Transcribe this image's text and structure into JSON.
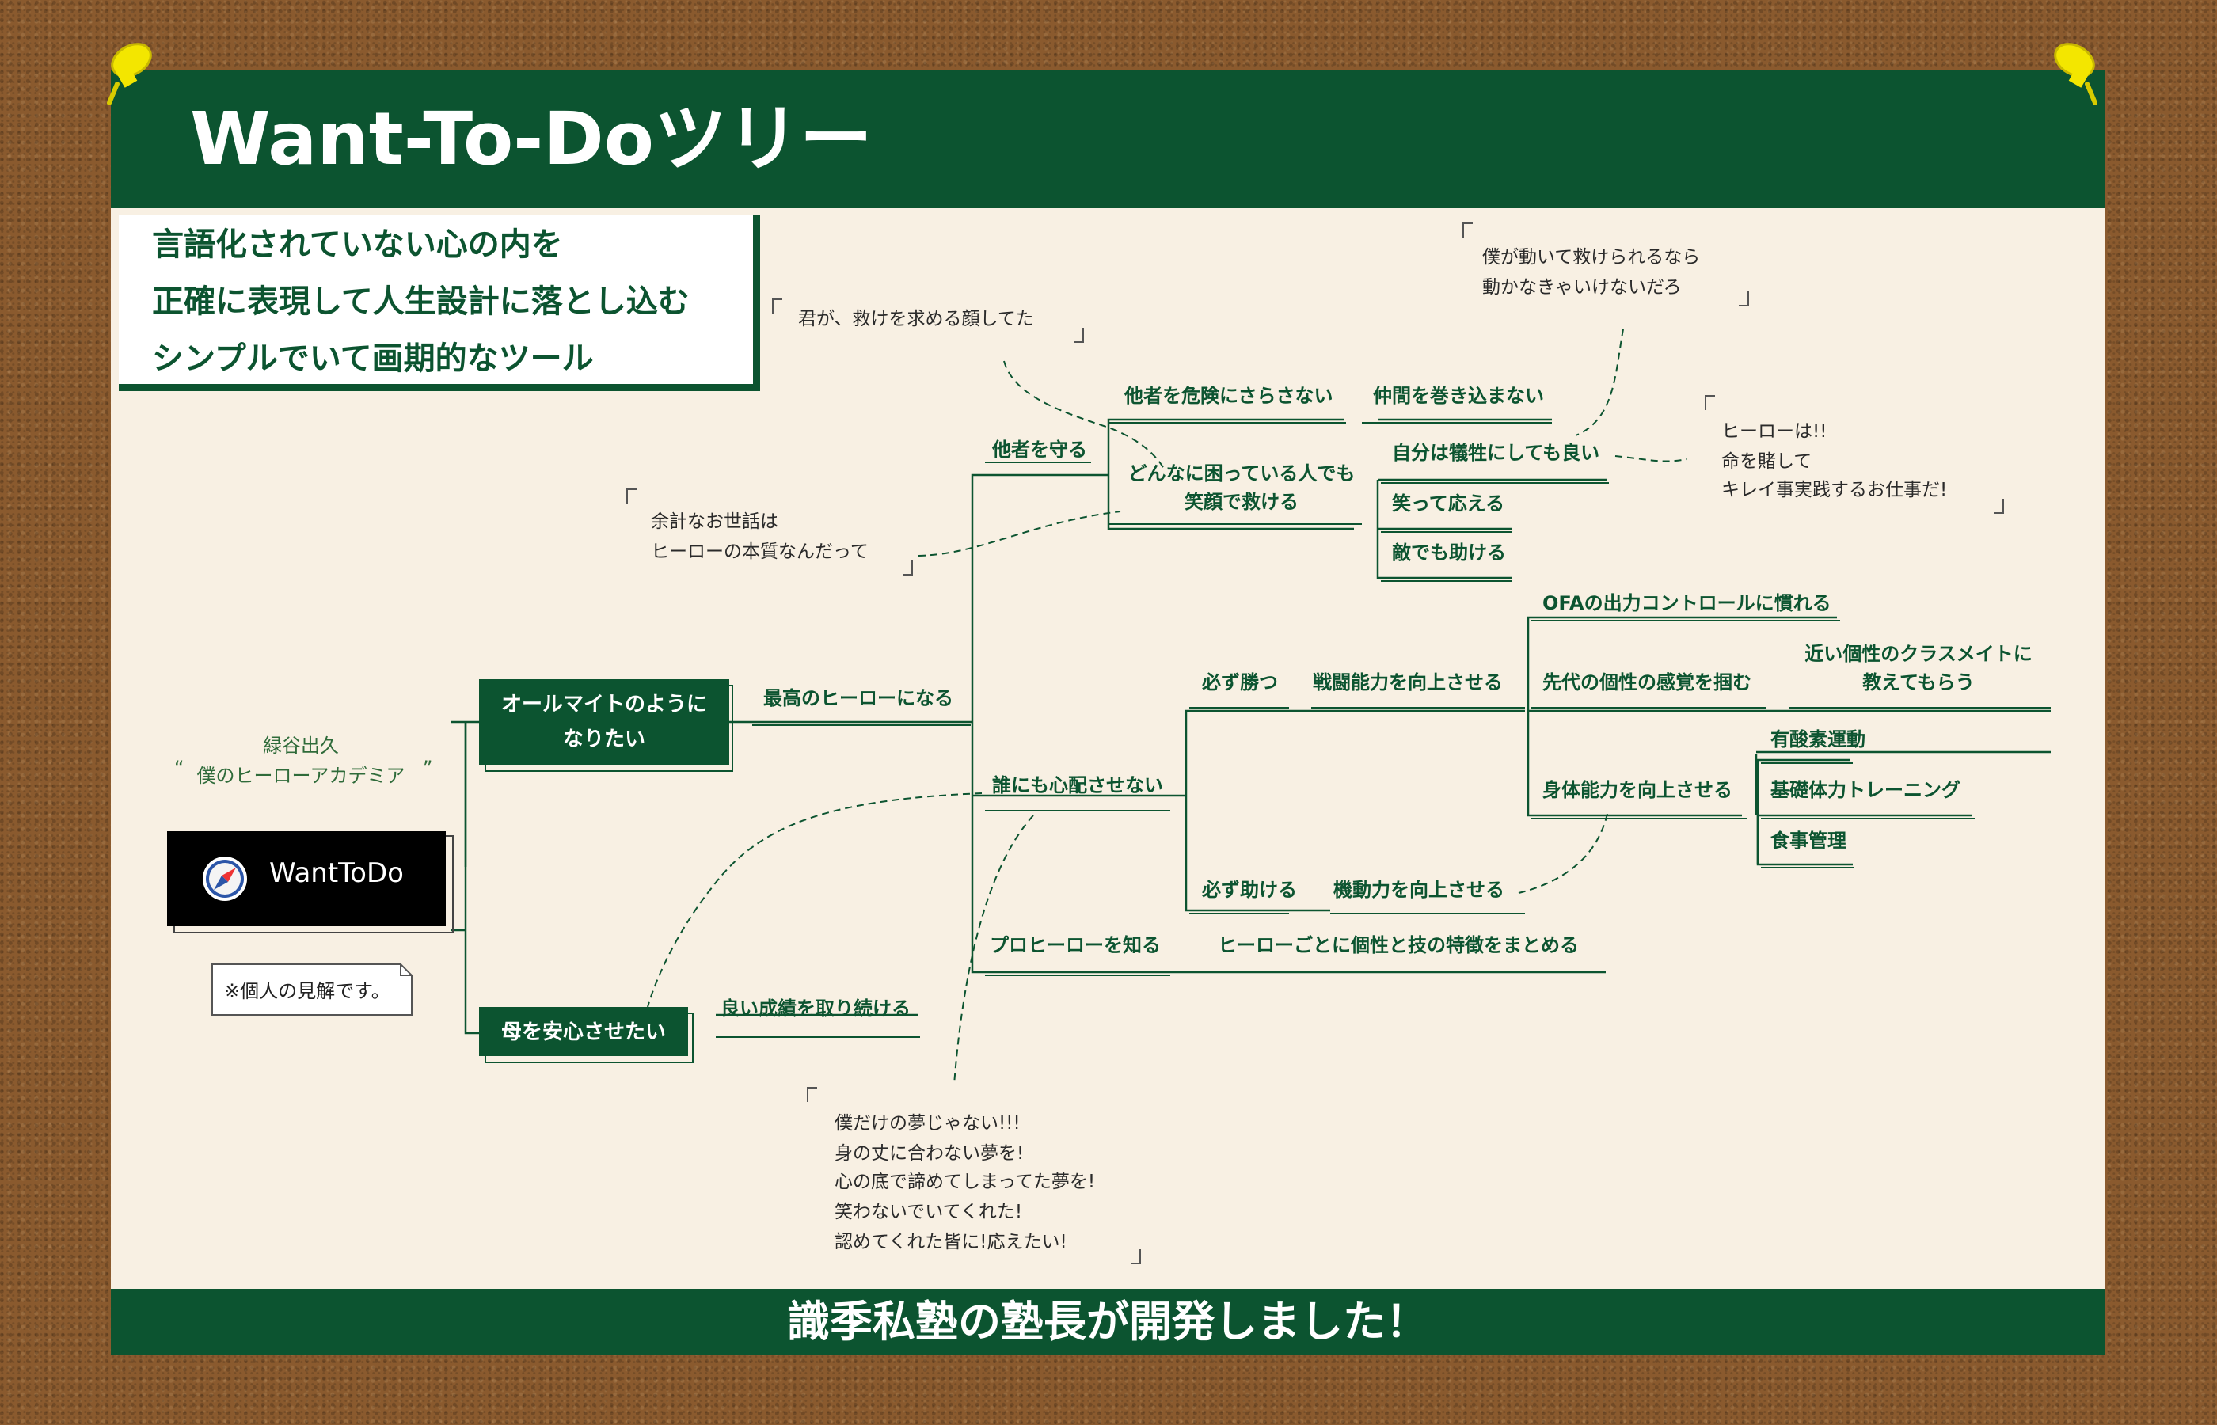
{
  "title": "Want-To-Doツリー",
  "tagline": [
    "言語化されていない心の内を",
    "正確に表現して人生設計に落とし込む",
    "シンプルでいて画期的なツール"
  ],
  "footer": "識季私塾の塾長が開発しました！",
  "colors": {
    "primary": "#0c5430",
    "board": "#f8f0e3",
    "cork": "#8a5a2e",
    "pin": "#f3e600"
  },
  "credit": {
    "name": "緑谷出久",
    "title": "僕のヒーローアカデミア",
    "open_quote": "“",
    "close_quote": "”"
  },
  "app": {
    "label": "WantToDo",
    "icon": "compass-icon"
  },
  "note": "※個人の見解です。",
  "tree": {
    "allmight": [
      "オールマイトのように",
      "なりたい"
    ],
    "mother": "母を安心させたい",
    "best_hero": "最高のヒーローになる",
    "good_grades": "良い成績を取り続ける",
    "protect": "他者を守る",
    "no_worry": "誰にも心配させない",
    "pro_hero": "プロヒーローを知る",
    "summarize": "ヒーローごとに個性と技の特徴をまとめる",
    "no_danger": "他者を危険にさらさない",
    "no_involve": "仲間を巻き込まない",
    "save_smile": [
      "どんなに困っている人でも",
      "笑顔で救ける"
    ],
    "sacrifice": "自分は犠牲にしても良い",
    "smile_answer": "笑って応える",
    "help_enemy": "敵でも助ける",
    "must_win": "必ず勝つ",
    "combat": "戦闘能力を向上させる",
    "must_help": "必ず助ける",
    "mobility": "機動力を向上させる",
    "ofa": "OFAの出力コントロールに慣れる",
    "predecessors": "先代の個性の感覚を掴む",
    "classmates": [
      "近い個性のクラスメイトに",
      "教えてもらう"
    ],
    "physical": "身体能力を向上させる",
    "aerobic": "有酸素運動",
    "basic_training": "基礎体力トレーニング",
    "diet": "食事管理"
  },
  "quotes": {
    "q1": [
      "君が、救けを求める顔してた"
    ],
    "q2": [
      "僕が動いて救けられるなら",
      "動かなきゃいけないだろ"
    ],
    "q3": [
      "ヒーローは!!",
      "命を賭して",
      "キレイ事実践するお仕事だ!"
    ],
    "q4": [
      "余計なお世話は",
      "ヒーローの本質なんだって"
    ],
    "q5": [
      "僕だけの夢じゃない!!!",
      "身の丈に合わない夢を!",
      "心の底で諦めてしまってた夢を!",
      "笑わないでいてくれた!",
      "認めてくれた皆に!応えたい!"
    ]
  }
}
